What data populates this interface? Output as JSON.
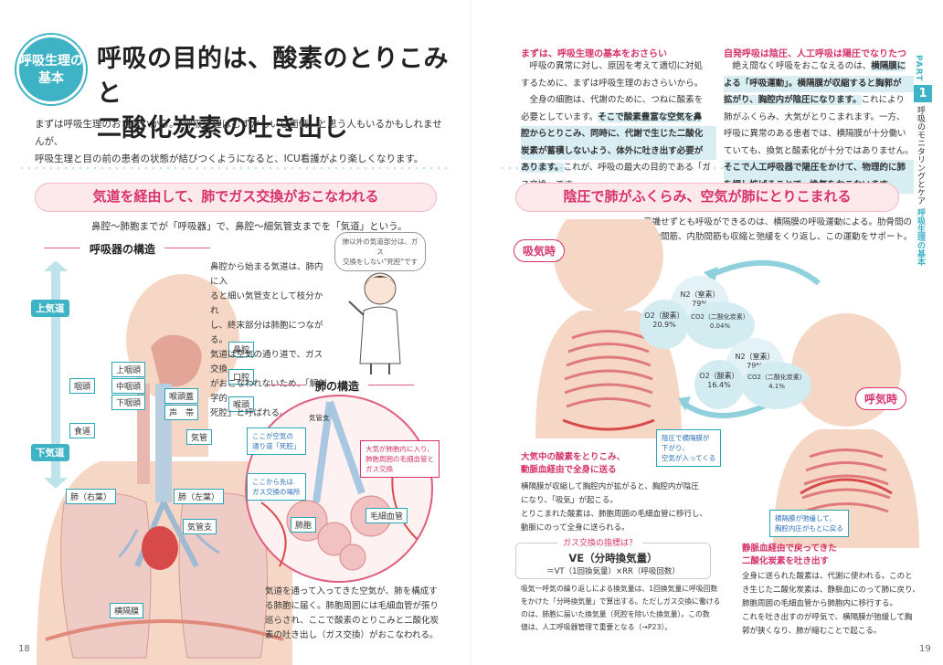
{
  "left": {
    "badge": [
      "呼吸生理の",
      "基本"
    ],
    "title": [
      "呼吸の目的は、酸素のとりこみと",
      "二酸化炭素の吐き出し"
    ],
    "intro": [
      "まずは呼吸生理のおさらいから。「呼吸生理はむずかしいし面倒」と思う人もいるかもしれませんが、",
      "呼吸生理と目の前の患者の状態が結びつくようになると、ICU看護がより楽しくなります。"
    ],
    "section_pill": "気道を経由して、肺でガス交換がおこなわれる",
    "section_sub": "鼻腔〜肺胞までが「呼吸器」で、鼻腔〜細気管支までを「気道」という。",
    "structure_title": "呼吸器の構造",
    "upper_airway": "上気道",
    "lower_airway": "下気道",
    "structure_text": [
      "鼻腔から始まる気道は、肺内に入",
      "ると細い気管支として枝分かれ",
      "し、終末部分は肺胞につながる。",
      "気道は空気の通り道で、ガス交換",
      "がおこなわれないため、「解剖学的",
      "死腔」と呼ばれる。"
    ],
    "nurse_bubble": [
      "肺以外の気道部分は、ガス",
      "交換をしない\"死腔\"です"
    ],
    "labels": {
      "upper_pharynx": "上咽頭",
      "mid_pharynx": "中咽頭",
      "lower_pharynx": "下咽頭",
      "pharynx": "咽頭",
      "nasal": "鼻腔",
      "mouth": "口腔",
      "epiglottis": "喉頭蓋",
      "vocal": "声　帯",
      "larynx": "喉頭",
      "esophagus": "食道",
      "trachea": "気管",
      "right_lung": "肺（右葉）",
      "left_lung": "肺（左葉）",
      "bronchus": "気管支",
      "diaphragm": "横隔膜"
    },
    "lung_structure_title": "肺の構造",
    "bronchiole": "気管支",
    "deadspace_note": [
      "ここが空気の",
      "通り道「死腔」"
    ],
    "exchange_note": [
      "ここから先は",
      "ガス交換の場所"
    ],
    "alveoli": "肺胞",
    "capillary": "毛細血管",
    "o2_note": [
      "大気が肺胞内に入り、",
      "肺胞周囲の毛細血管と",
      "ガス交換"
    ],
    "bottom_text": [
      "気道を通って入ってきた空気が、肺を構成す",
      "る肺胞に届く。肺胞周囲には毛細血管が張り",
      "巡らされ、ここで酸素のとりこみと二酸化炭",
      "素の吐き出し（ガス交換）がおこなわれる。"
    ],
    "page_number": "18"
  },
  "right": {
    "col1_head": "まずは、呼吸生理の基本をおさらい",
    "col1": [
      "　呼吸の異常に対し、原因を考えて適切に対処",
      "するために、まずは呼吸生理のおさらいから。",
      "　全身の細胞は、代謝のために、つねに酸素を",
      "必要としています。",
      "そこで酸素豊富な空気を鼻",
      "腔からとりこみ、同時に、代謝で生じた二酸化",
      "炭素が蓄積しないよう、体外に吐き出す必要が",
      "あります。",
      "これが、呼吸の最大の目的である「ガ",
      "ス交換」です。"
    ],
    "col2_head": "自発呼吸は陰圧、人工呼吸は陽圧でなりたつ",
    "col2": [
      "　絶え間なく呼吸をおこなえるのは、",
      "横隔膜に",
      "よる「呼吸運動」。横隔膜が収縮すると胸郭が",
      "拡がり、胸腔内が陰圧になります。",
      "これにより",
      "肺がふくらみ、大気がとりこまれます。一方、",
      "呼吸に異常のある患者では、横隔膜が十分働い",
      "ていても、換気と酸素化が十分ではありません。",
      "そこで人工呼吸器で陽圧をかけて、物理的に肺",
      "を押し拡げることで、換気をおこないます。"
    ],
    "section_pill": "陰圧で肺がふくらみ、空気が肺にとりこまれる",
    "section_sub": [
      "意識せずとも呼吸ができるのは、横隔膜の呼吸運動による。肋骨間の",
      "外肋間筋、内肋間筋も収縮と弛緩をくり返し、この運動をサポート。"
    ],
    "inhale_tag": "吸気時",
    "exhale_tag": "呼気時",
    "inhale_air": {
      "n2": "N2（窒素）",
      "n2v": "79%",
      "o2": "O2（酸素）",
      "o2v": "20.9%",
      "co2": "CO2（二酸化炭素）",
      "co2v": "0.04%"
    },
    "exhale_air": {
      "n2": "N2（窒素）",
      "n2v": "79%",
      "o2": "O2（酸素）",
      "o2v": "16.4%",
      "co2": "CO2（二酸化炭素）",
      "co2v": "4.1%"
    },
    "diaphragm_down": [
      "陰圧で横隔膜が",
      "下がり、",
      "空気が入ってくる"
    ],
    "diaphragm_up": [
      "横隔膜が弛緩して、",
      "胸腔内圧がもとに戻る"
    ],
    "inhale_red": [
      "大気中の酸素をとりこみ、",
      "動脈血経由で全身に送る"
    ],
    "inhale_text": [
      "横隔膜が収縮して胸腔内が拡がると、胸腔内が陰圧",
      "になり、「吸気」が起こる。",
      "とりこまれた酸素は、肺胞周囲の毛細血管に移行し、",
      "動脈にのって全身に送られる。"
    ],
    "exhale_red": [
      "静脈血経由で戻ってきた",
      "二酸化炭素を吐き出す"
    ],
    "exhale_text": [
      "全身に送られた酸素は、代謝に使われる。このと",
      "き生じた二酸化炭素は、静脈血にのって肺に戻り、",
      "肺胞周囲の毛細血管から肺胞内に移行する。",
      "これを吐き出すのが呼気で、横隔膜が弛緩して胸",
      "郭が狭くなり、肺が縮むことで起こる。"
    ],
    "gas_title": "ガス交換の指標は？",
    "gas_main": "VE（分時換気量）",
    "gas_formula": "＝VT（1回換気量）×RR（呼吸回数）",
    "gas_text": [
      "吸気一呼気の繰り返しによる換気量は、1回換気量に呼吸回数",
      "をかけた「分時換気量」で算出する。ただしガス交換に働ける",
      "のは、肺胞に届いた換気量（死腔を除いた換気量）。この数",
      "値は、人工呼吸器管理で重要となる（→P23）。"
    ],
    "sidebar_part": "PART",
    "sidebar_num": "1",
    "sidebar_text1": "呼吸のモニタリングとケア",
    "sidebar_text2": "呼吸生理の基本",
    "page_number": "19"
  },
  "colors": {
    "teal": "#3fb3c6",
    "pink": "#d6336c",
    "pill_bg": "#fde8ec"
  }
}
